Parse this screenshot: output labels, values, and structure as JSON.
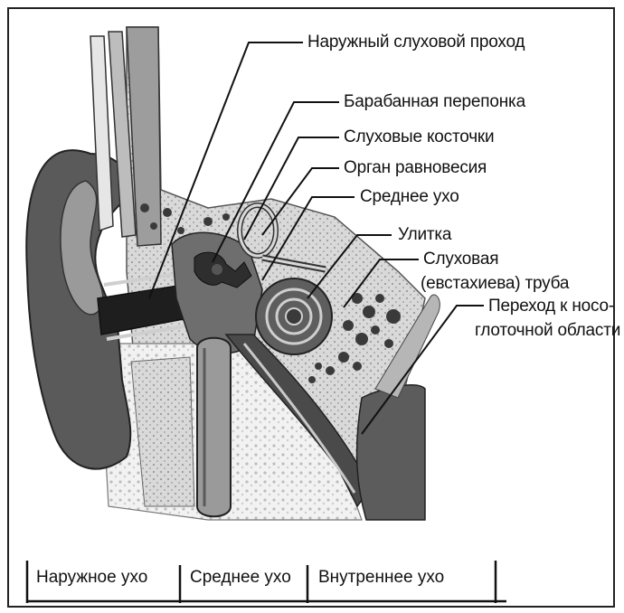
{
  "labels": {
    "outer_canal": "Наружный слуховой проход",
    "eardrum": "Барабанная перепонка",
    "ossicles": "Слуховые косточки",
    "balance_organ": "Орган равновесия",
    "middle_ear": "Среднее ухо",
    "cochlea": "Улитка",
    "tube_line1": "Слуховая",
    "tube_line2": "(евстахиева) труба",
    "nasopharynx_line1": "Переход к носо-",
    "nasopharynx_line2": "глоточной области"
  },
  "sections": {
    "outer": "Наружное ухо",
    "middle": "Среднее ухо",
    "inner": "Внутреннее ухо"
  },
  "colors": {
    "frame": "#222222",
    "dark_tissue": "#3a3a3a",
    "mid_gray": "#8a8a8a",
    "light_gray": "#d4d4d4",
    "bone_dots": "#e8e8e8"
  }
}
